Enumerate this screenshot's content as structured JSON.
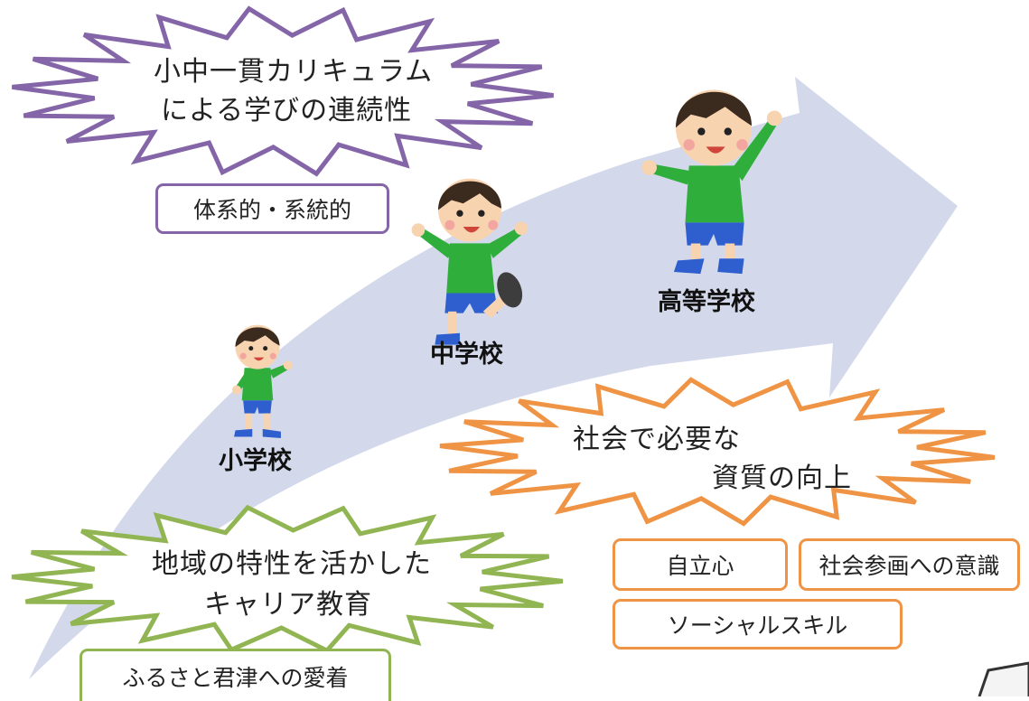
{
  "bursts": {
    "curriculum": {
      "line1": "小中一貫カリキュラム",
      "line2": "による学びの連続性",
      "color": "#8466a8"
    },
    "social": {
      "line1": "社会で必要な",
      "line2": "資質の向上",
      "color": "#ef9445"
    },
    "career": {
      "line1": "地域の特性を活かした",
      "line2": "キャリア教育",
      "color": "#91b552"
    }
  },
  "boxes": {
    "systematic": "体系的・系統的",
    "independence": "自立心",
    "participation": "社会参画への意識",
    "social_skills": "ソーシャルスキル",
    "hometown": "ふるさと君津への愛着"
  },
  "stages": {
    "elementary": "小学校",
    "junior_high": "中学校",
    "high_school": "高等学校"
  },
  "colors": {
    "arrow": "#d3d9ea",
    "shirt": "#2fae3b",
    "shorts": "#2f5fcf",
    "skin": "#f7d3b0",
    "hair": "#3b2a1e"
  }
}
